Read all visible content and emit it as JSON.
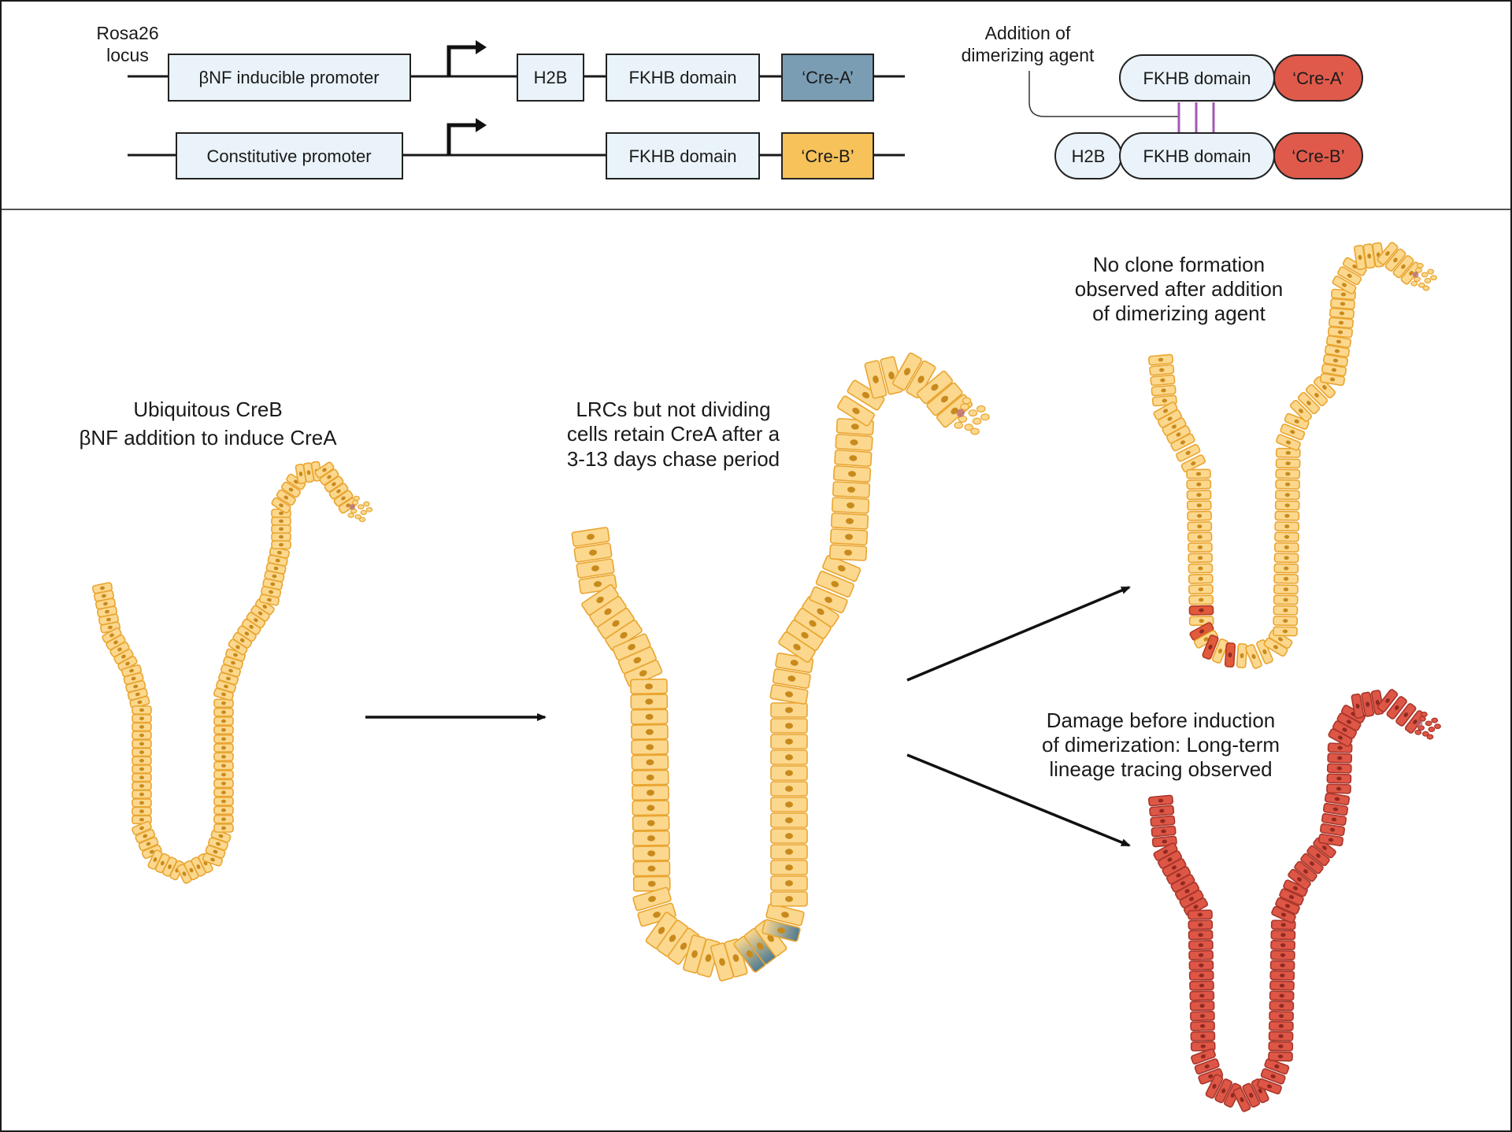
{
  "construct": {
    "locus_label": [
      "Rosa26",
      "locus"
    ],
    "line1": {
      "promoter": "βNF inducible promoter",
      "h2b": "H2B",
      "fkhb": "FKHB domain",
      "cre": "‘Cre-A’"
    },
    "line2": {
      "promoter": "Constitutive promoter",
      "fkhb": "FKHB domain",
      "cre": "‘Cre-B’"
    }
  },
  "dimer": {
    "label": [
      "Addition of",
      "dimerizing agent"
    ],
    "top": {
      "fkhb": "FKHB domain",
      "cre": "‘Cre-A’"
    },
    "bottom": {
      "h2b": "H2B",
      "fkhb": "FKHB domain",
      "cre": "‘Cre-B’"
    }
  },
  "captions": {
    "step1": [
      "Ubiquitous CreB",
      "βNF addition to induce CreA"
    ],
    "step2": [
      "LRCs but not dividing",
      "cells retain CreA after a",
      "3-13 days chase period"
    ],
    "outcome_a": [
      "No clone formation",
      "observed after addition",
      "of dimerizing agent"
    ],
    "outcome_b": [
      "Damage before induction",
      "of dimerization: Long-term",
      "lineage tracing observed"
    ]
  },
  "colors": {
    "box_fill": "#e9f3f9",
    "cre_a_fill": "#7a9db3",
    "cre_b_fill": "#f7c25a",
    "cre_red": "#e05a4b",
    "dimer_bond": "#a05ab5",
    "cell_fill": "#fbd88e",
    "cell_stroke": "#eaa530",
    "nucleus": "#c98a1c",
    "red_cell_fill": "#de5646",
    "red_cell_stroke": "#a8362b",
    "red_nucleus": "#8f2a21",
    "lrc_blue": "#4f7b93"
  }
}
